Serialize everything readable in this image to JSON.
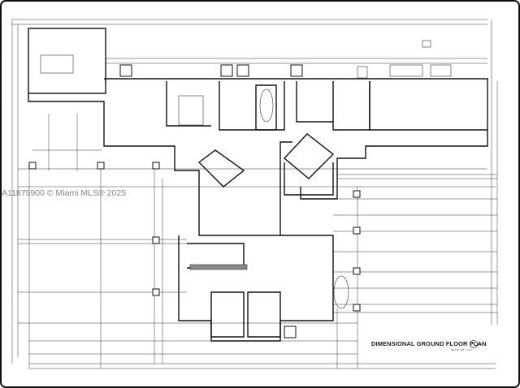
{
  "drawing": {
    "title": "DIMENSIONAL GROUND FLOOR PLAN",
    "scale": "SCALE: 1/8\" = 1'-0\"",
    "watermark": "A11875900 © Miami MLS® 2025",
    "line_color": "#222222",
    "background": "#ffffff"
  }
}
